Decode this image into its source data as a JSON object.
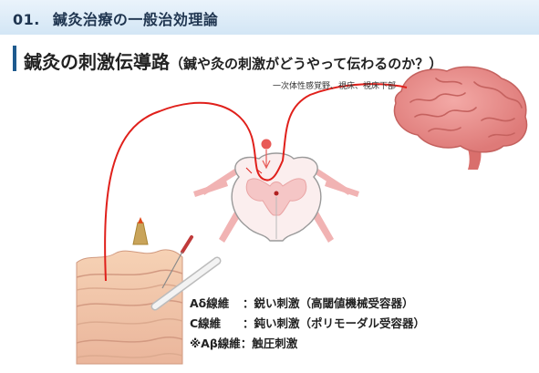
{
  "header": {
    "section_number": "01.",
    "section_title": "鍼灸治療の一般治効理論"
  },
  "slide": {
    "title_main": "鍼灸の刺激伝導路",
    "title_sub": "（鍼や灸の刺激がどうやって伝わるのか？）"
  },
  "labels": {
    "brain_area": "一次体性感覚野、視床、視床下部"
  },
  "legend": [
    {
      "key": "Aδ線維",
      "value": "：鋭い刺激（高閾値機械受容器）"
    },
    {
      "key": "C線維",
      "value": "：鈍い刺激（ポリモーダル受容器）"
    },
    {
      "key": "※Aβ線維",
      "value": "：触圧刺激"
    }
  ],
  "colors": {
    "pathway": "#e0201b",
    "banner": "#dbe9f6",
    "title_accent": "#1e5a8e",
    "brain": "#e58a88",
    "skin": "#f3c3a8"
  },
  "icons": [
    "brain-icon",
    "spinal-cord-icon",
    "moxa-cone-icon",
    "acupuncture-needle-icon",
    "guide-tube-icon",
    "skin-section-icon"
  ]
}
